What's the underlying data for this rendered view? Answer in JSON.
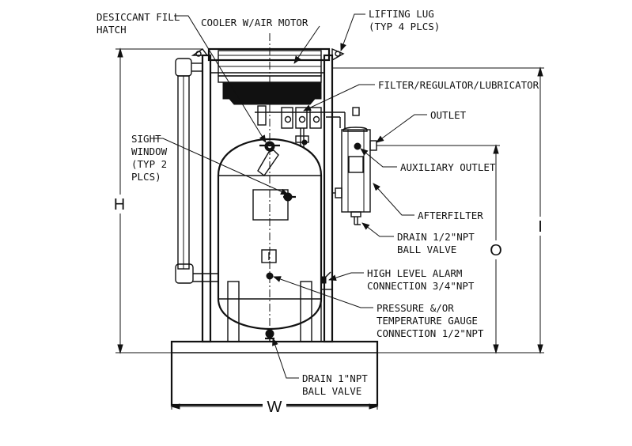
{
  "labels": {
    "desiccant_fill_1": "DESICCANT FILL",
    "desiccant_fill_2": "HATCH",
    "cooler": "COOLER W/AIR MOTOR",
    "lifting_lug_1": "LIFTING LUG",
    "lifting_lug_2": "(TYP 4 PLCS)",
    "frl": "FILTER/REGULATOR/LUBRICATOR",
    "outlet": "OUTLET",
    "sight_1": "SIGHT",
    "sight_2": "WINDOW",
    "sight_3": "(TYP 2",
    "sight_4": "PLCS)",
    "aux_outlet": "AUXILIARY OUTLET",
    "afterfilter": "AFTERFILTER",
    "drain_half_1": "DRAIN 1/2\"NPT",
    "drain_half_2": "BALL VALVE",
    "high_level_1": "HIGH LEVEL ALARM",
    "high_level_2": "CONNECTION 3/4\"NPT",
    "pressure_1": "PRESSURE &/OR",
    "pressure_2": "TEMPERATURE GAUGE",
    "pressure_3": "CONNECTION 1/2\"NPT",
    "drain_one_1": "DRAIN 1\"NPT",
    "drain_one_2": "BALL VALVE"
  },
  "dimensions": {
    "h": "H",
    "w": "W",
    "o": "O",
    "i": "I"
  }
}
